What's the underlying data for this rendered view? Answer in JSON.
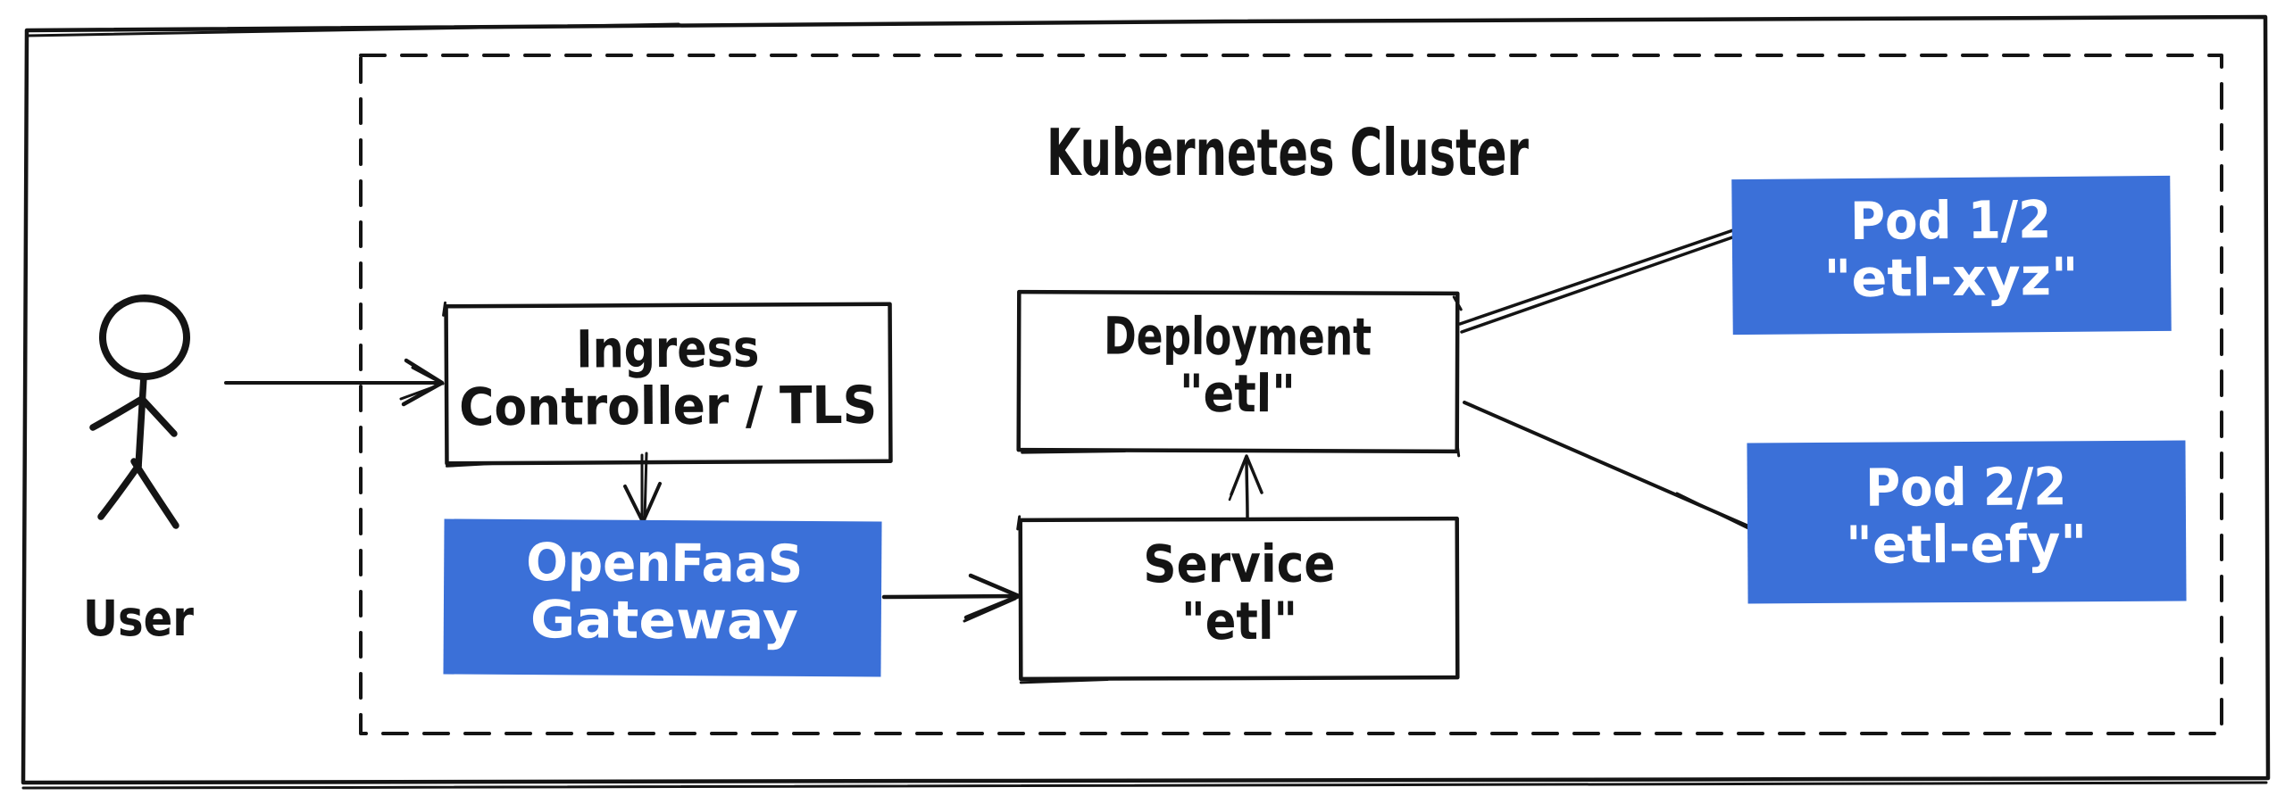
{
  "diagram": {
    "title": "Kubernetes Cluster",
    "user_label": "User",
    "colors": {
      "accent_blue": "#3b70d8",
      "stroke": "#141414",
      "background": "#ffffff",
      "text_on_blue": "#ffffff"
    },
    "nodes": {
      "ingress": {
        "line1": "Ingress",
        "line2": "Controller / TLS",
        "fill": "white"
      },
      "gateway": {
        "line1": "OpenFaaS",
        "line2": "Gateway",
        "fill": "blue"
      },
      "deployment": {
        "line1": "Deployment",
        "line2": "\"etl\"",
        "fill": "white"
      },
      "service": {
        "line1": "Service",
        "line2": "\"etl\"",
        "fill": "white"
      },
      "pod1": {
        "line1": "Pod 1/2",
        "line2": "\"etl-xyz\"",
        "fill": "blue"
      },
      "pod2": {
        "line1": "Pod 2/2",
        "line2": "\"etl-efy\"",
        "fill": "blue"
      }
    },
    "edges": [
      {
        "from": "user",
        "to": "ingress"
      },
      {
        "from": "ingress",
        "to": "gateway"
      },
      {
        "from": "gateway",
        "to": "service"
      },
      {
        "from": "service",
        "to": "deployment"
      },
      {
        "from": "deployment",
        "to": "pod1"
      },
      {
        "from": "deployment",
        "to": "pod2"
      }
    ]
  }
}
